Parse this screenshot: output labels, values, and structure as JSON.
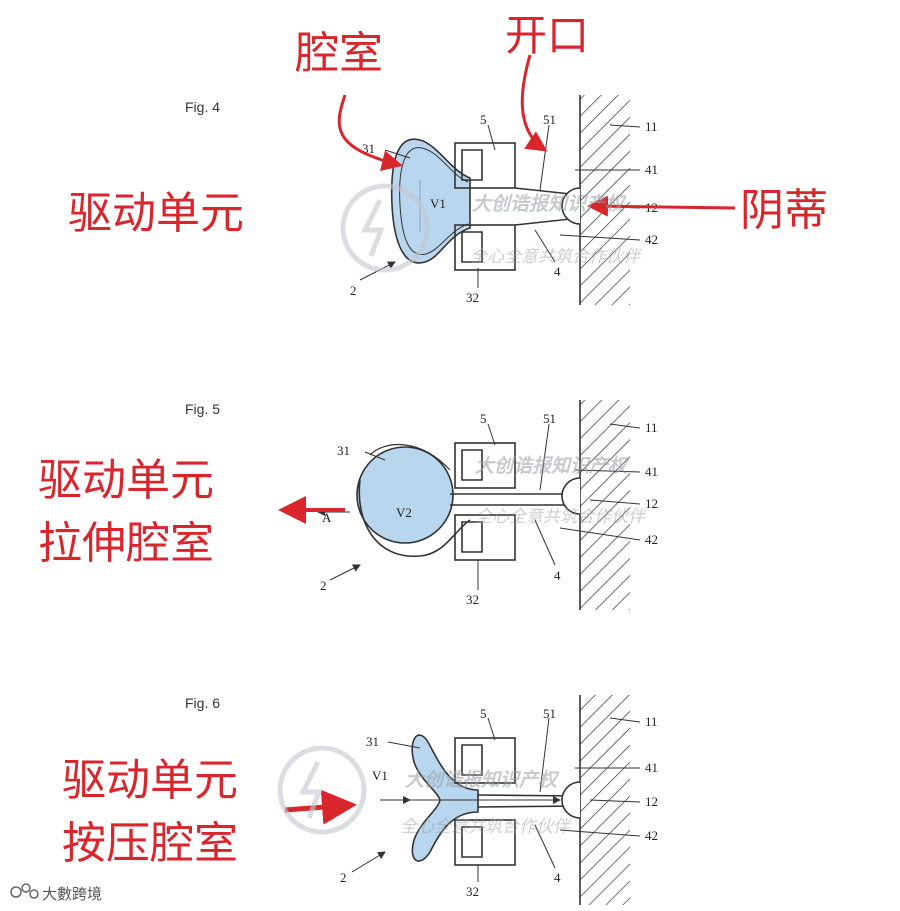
{
  "figures": [
    {
      "fig_label": "Fig. 4",
      "volume_label": "V1",
      "labels": {
        "n31": "31",
        "n5": "5",
        "n51": "51",
        "n11": "11",
        "n41": "41",
        "n12": "12",
        "n42": "42",
        "n4": "4",
        "n32": "32",
        "n2": "2"
      },
      "annotations": {
        "cavity": "腔室",
        "opening": "开口",
        "drive_unit": "驱动单元",
        "umbilicus": "阴蒂"
      }
    },
    {
      "fig_label": "Fig. 5",
      "volume_label": "V2",
      "arrow_label": "A",
      "labels": {
        "n31": "31",
        "n5": "5",
        "n51": "51",
        "n11": "11",
        "n41": "41",
        "n12": "12",
        "n42": "42",
        "n4": "4",
        "n32": "32",
        "n2": "2"
      },
      "annotations": {
        "line1": "驱动单元",
        "line2": "拉伸腔室"
      }
    },
    {
      "fig_label": "Fig. 6",
      "volume_label": "V1",
      "labels": {
        "n31": "31",
        "n5": "5",
        "n51": "51",
        "n11": "11",
        "n41": "41",
        "n12": "12",
        "n42": "42",
        "n4": "4",
        "n32": "32",
        "n2": "2"
      },
      "annotations": {
        "line1": "驱动单元",
        "line2": "按压腔室"
      }
    }
  ],
  "watermark": {
    "line1": "大创诰报知识产权",
    "line2": "全心全意共筑合作伙伴"
  },
  "brand": {
    "logo_text": "大數跨境"
  },
  "colors": {
    "annotation_red": "#d8262c",
    "chamber_blue": "#b9d6ef",
    "line": "#333333"
  }
}
